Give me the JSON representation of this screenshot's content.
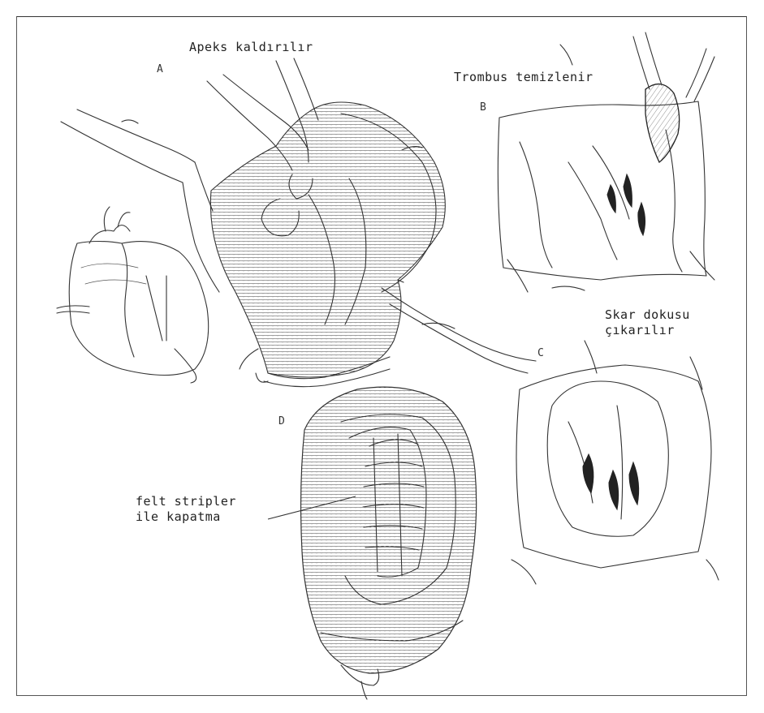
{
  "labels": {
    "apex": "Apeks kaldırılır",
    "thrombus": "Trombus temizlenir",
    "scar_line1": "Skar dokusu",
    "scar_line2": "çıkarılır",
    "felt_line1": "felt stripler",
    "felt_line2": "ile kapatma"
  },
  "panels": {
    "a": "A",
    "b": "B",
    "c": "C",
    "d": "D"
  },
  "colors": {
    "ink": "#333333",
    "background": "#ffffff"
  }
}
